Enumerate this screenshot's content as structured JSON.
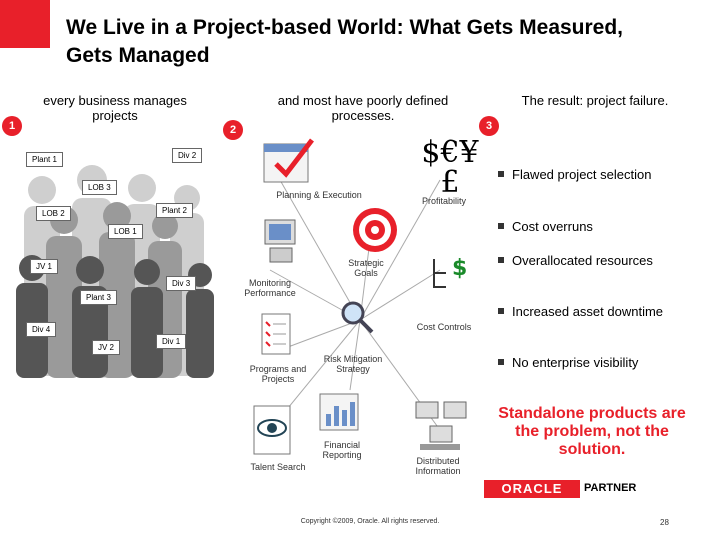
{
  "title": "We Live in a Project-based World: What Gets Measured, Gets Managed",
  "steps": [
    {
      "num": "1",
      "header": "every business manages projects"
    },
    {
      "num": "2",
      "header": "and most have poorly defined processes."
    },
    {
      "num": "3",
      "header": "The result: project failure."
    }
  ],
  "org_bubbles": [
    "Plant 1",
    "Div 2",
    "LOB 3",
    "LOB 2",
    "Plant 2",
    "LOB 1",
    "JV 1",
    "Div 3",
    "Plant 3",
    "Div 4",
    "JV 2",
    "Div 1"
  ],
  "process_labels": [
    "Planning & Execution",
    "Profitability",
    "Strategic Goals",
    "Monitoring Performance",
    "Cost Controls",
    "Risk Mitigation Strategy",
    "Programs and Projects",
    "Financial Reporting",
    "Talent Search",
    "Distributed Information"
  ],
  "currency_symbols": "$€¥ £",
  "results": [
    "Flawed project selection",
    "Cost overruns",
    "Overallocated resources",
    "Increased asset downtime",
    "No enterprise visibility"
  ],
  "tagline": "Standalone products are the problem, not the solution.",
  "logo": {
    "brand": "ORACLE",
    "partner": "PARTNER"
  },
  "footer": {
    "copyright": "Copyright ©2009, Oracle. All rights reserved.",
    "page": "28"
  },
  "colors": {
    "accent": "#e8202a",
    "green": "#1a8a2a"
  }
}
